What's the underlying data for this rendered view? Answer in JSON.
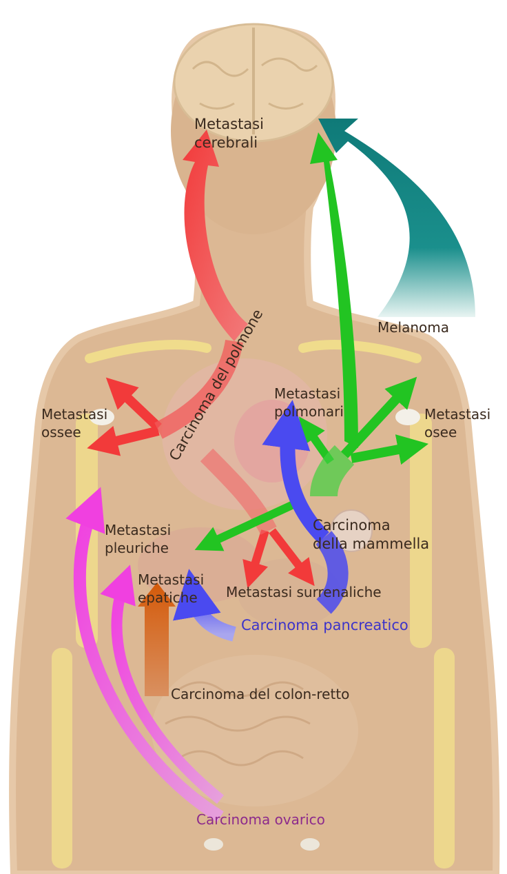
{
  "labels": {
    "brain_mets": [
      "Metastasi",
      "cerebrali"
    ],
    "melanoma": "Melanoma",
    "lung_mets": [
      "Metastasi",
      "polmonari"
    ],
    "bone_mets_left": [
      "Metastasi",
      "ossee"
    ],
    "bone_mets_right": [
      "Metastasi",
      "osee"
    ],
    "lung_cancer": "Carcinoma del polmone",
    "pleural_mets": [
      "Metastasi",
      "pleuriche"
    ],
    "breast_cancer": [
      "Carcinoma",
      "della mammella"
    ],
    "liver_mets": [
      "Metastasi",
      "epatiche"
    ],
    "adrenal_mets": "Metastasi surrenaliche",
    "pancreatic_cancer": "Carcinoma pancreatico",
    "colorectal_cancer": "Carcinoma del colon-retto",
    "ovarian_cancer": "Carcinoma ovarico"
  },
  "colors": {
    "skin": "#dcb894",
    "skin_outline": "#e6c8a8",
    "bone": "#f0dc8c",
    "lung_arrows": "#f23a3a",
    "breast_arrows": "#22c422",
    "melanoma_arrow": "#0f7a78",
    "pancreatic_arrows": "#4a4af0",
    "colorectal_arrow": "#d45a0a",
    "ovarian_arrows": "#f040e0"
  }
}
